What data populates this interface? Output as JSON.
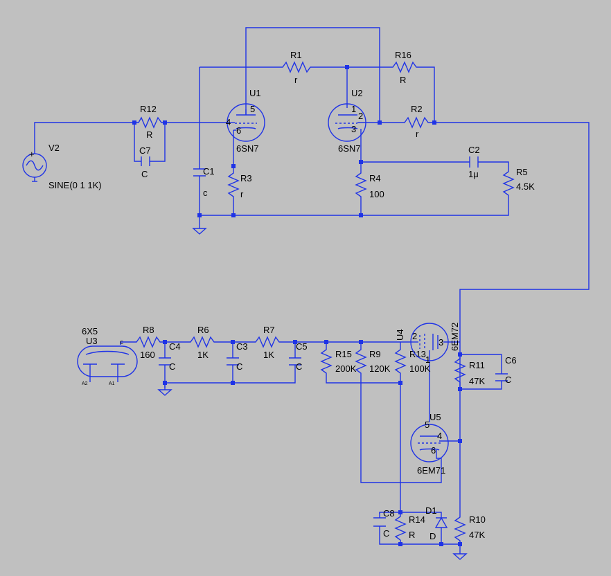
{
  "colors": {
    "background": "#c0c0c0",
    "wire": "#1f33e6",
    "text": "#000000"
  },
  "components": {
    "V2": {
      "ref": "V2",
      "value": "SINE(0 1 1K)"
    },
    "R12": {
      "ref": "R12",
      "value": "R"
    },
    "C7": {
      "ref": "C7",
      "value": "C"
    },
    "U1": {
      "ref": "U1",
      "value": "6SN7",
      "pins": [
        "4",
        "5",
        "6"
      ]
    },
    "U2": {
      "ref": "U2",
      "value": "6SN7",
      "pins": [
        "1",
        "2",
        "3"
      ]
    },
    "R1": {
      "ref": "R1",
      "value": "r"
    },
    "R16": {
      "ref": "R16",
      "value": "R"
    },
    "R2": {
      "ref": "R2",
      "value": "r"
    },
    "C1": {
      "ref": "C1",
      "value": "c"
    },
    "R3": {
      "ref": "R3",
      "value": "r"
    },
    "R4": {
      "ref": "R4",
      "value": "100"
    },
    "C2": {
      "ref": "C2",
      "value": "1μ"
    },
    "R5": {
      "ref": "R5",
      "value": "4.5K"
    },
    "U3": {
      "ref": "U3",
      "value": "6X5",
      "pins": [
        "C",
        "A2",
        "A1"
      ]
    },
    "R8": {
      "ref": "R8",
      "value": "160"
    },
    "C4": {
      "ref": "C4",
      "value": "C"
    },
    "R6": {
      "ref": "R6",
      "value": "1K"
    },
    "C3": {
      "ref": "C3",
      "value": "C"
    },
    "R7": {
      "ref": "R7",
      "value": "1K"
    },
    "C5": {
      "ref": "C5",
      "value": "C"
    },
    "R15": {
      "ref": "R15",
      "value": "200K"
    },
    "R9": {
      "ref": "R9",
      "value": "120K"
    },
    "R13": {
      "ref": "R13",
      "value": "100K"
    },
    "U4": {
      "ref": "U4",
      "value": "6EM72",
      "pins": [
        "2",
        "1",
        "3"
      ]
    },
    "R11": {
      "ref": "R11",
      "value": "47K"
    },
    "C6": {
      "ref": "C6",
      "value": "C"
    },
    "U5": {
      "ref": "U5",
      "value": "6EM71",
      "pins": [
        "5",
        "4",
        "6"
      ]
    },
    "C8": {
      "ref": "C8",
      "value": "C"
    },
    "R14": {
      "ref": "R14",
      "value": "R"
    },
    "D1": {
      "ref": "D1",
      "value": "D"
    },
    "R10": {
      "ref": "R10",
      "value": "47K"
    }
  }
}
